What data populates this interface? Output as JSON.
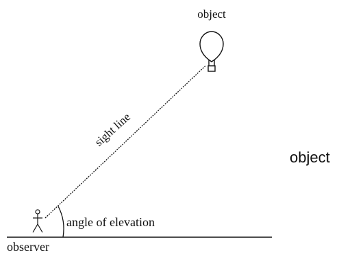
{
  "diagram": {
    "labels": {
      "object": "object",
      "sight_line": "sight line",
      "angle": "angle of elevation",
      "observer": "observer"
    },
    "side_label": "object",
    "icons": {
      "object": "hot-air-balloon-icon",
      "observer": "stick-figure-icon"
    },
    "colors": {
      "ink": "#111111",
      "background": "#ffffff"
    }
  }
}
